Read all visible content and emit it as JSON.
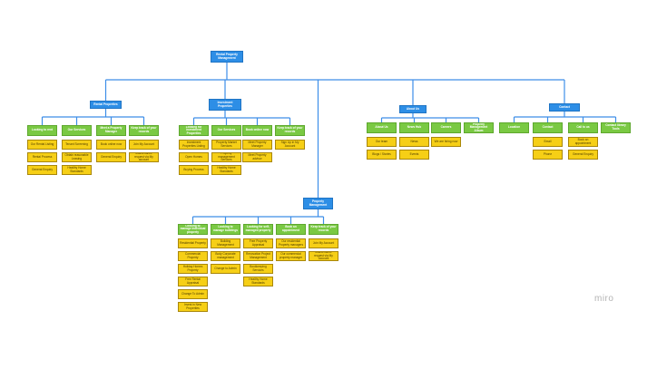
{
  "brand": "miro",
  "diagram": {
    "root": "Rental Property Management",
    "sections": [
      {
        "label": "Rental Properties",
        "groups": [
          {
            "label": "Looking to rent",
            "items": [
              "Our Rental Listing",
              "Rental Process",
              "General Enquiry"
            ]
          },
          {
            "label": "Our Services",
            "items": [
              "Tenant Screening",
              "Obtain reasonable Leasing",
              "Healthy Home Standards"
            ]
          },
          {
            "label": "Meet a Property Manager",
            "items": [
              "Book online now",
              "General Enquiry"
            ]
          },
          {
            "label": "Keep track of your records",
            "items": [
              "Join My Account",
              "Maintenance request via My account"
            ]
          }
        ]
      },
      {
        "label": "Investment Properties",
        "groups": [
          {
            "label": "Looking for investment Properties",
            "items": [
              "Investment Properties Listing",
              "Open Homes",
              "Buying Process"
            ]
          },
          {
            "label": "Our Services",
            "items": [
              "Property Market Services",
              "Property management Services",
              "Healthy Home Standards"
            ]
          },
          {
            "label": "Book online now",
            "items": [
              "Meet Property Manager",
              "Meet Property advisor"
            ]
          },
          {
            "label": "Keep track of your records",
            "items": [
              "Sign Up in My Account"
            ]
          }
        ]
      },
      {
        "label": "About Us",
        "groups": [
          {
            "label": "About Us",
            "items": [
              "Our team",
              "Blogs / Stories"
            ]
          },
          {
            "label": "News Hub",
            "items": [
              "News",
              "Events"
            ]
          },
          {
            "label": "Careers",
            "items": [
              "We are hiring now"
            ]
          },
          {
            "label": "Property Management Album",
            "items": []
          }
        ]
      },
      {
        "label": "Contact",
        "groups": [
          {
            "label": "Location",
            "items": []
          },
          {
            "label": "Contact",
            "items": [
              "Email",
              "Phone"
            ]
          },
          {
            "label": "Call to us",
            "items": [
              "Book an appointment",
              "General Enquiry"
            ]
          },
          {
            "label": "Contact library Tools",
            "items": []
          }
        ]
      },
      {
        "label": "Property Management",
        "groups": [
          {
            "label": "Looking to manage individual property",
            "items": [
              "Residential Property",
              "Commercial Property",
              "Holiday Homes Property",
              "Free Rental Appraisal",
              "Change To Admin",
              "Invest in New Properties"
            ]
          },
          {
            "label": "Looking to manage buildings",
            "items": [
              "Building Management",
              "Body Corporate management",
              "Change to Admin"
            ]
          },
          {
            "label": "Looking for self-managed property",
            "items": [
              "Free Property Appraisal",
              "Renovation Project Management",
              "Bookkeeping Services",
              "Healthy Home Standards"
            ]
          },
          {
            "label": "Book an appointment",
            "items": [
              "Our residential Property managers",
              "Our commercial property manager"
            ]
          },
          {
            "label": "Keep track of your records",
            "items": [
              "Join My Account",
              "Maintenance request via My Account"
            ]
          }
        ]
      }
    ]
  }
}
